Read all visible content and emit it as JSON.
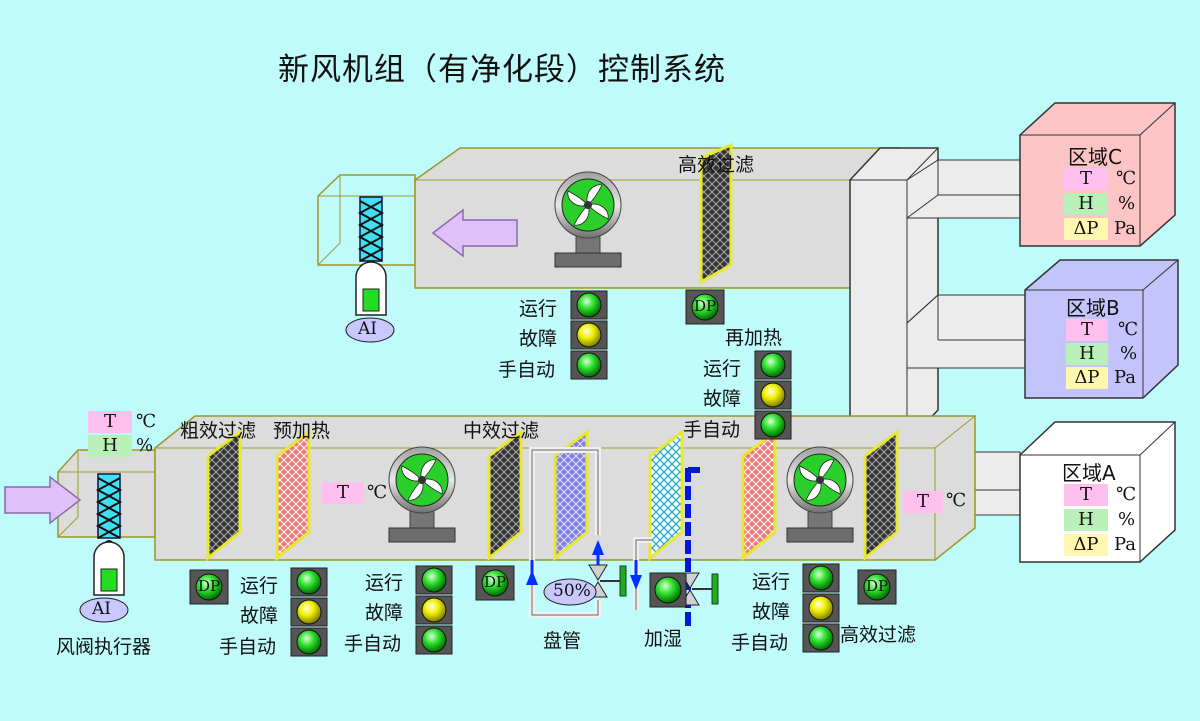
{
  "title": "新风机组（有净化段）控制系统",
  "labels": {
    "high_filter_top": "高效过滤",
    "coarse_filter": "粗效过滤",
    "preheat": "预加热",
    "mid_filter": "中效过滤",
    "reheat": "再加热",
    "damper_actuator": "风阀执行器",
    "coil": "盘管",
    "humidify": "加湿",
    "high_filter_bottom": "高效过滤"
  },
  "status": {
    "run": "运行",
    "fault": "故障",
    "manual_auto": "手自动"
  },
  "tags": {
    "ai": "AI",
    "dp": "DP",
    "t": "T",
    "h": "H",
    "dp_zone": "ΔP",
    "deg": "℃",
    "pct": "%",
    "pa": "Pa"
  },
  "valve_percent": "50%",
  "zones": [
    {
      "name": "区域C"
    },
    {
      "name": "区域B"
    },
    {
      "name": "区域A"
    }
  ],
  "colors": {
    "background": "#c0fbfb",
    "duct": "#dcdcdc",
    "outline": "#9a9a2a",
    "lamp_green": "#22dd22",
    "lamp_yellow": "#f5f500",
    "zone_c": "#fcc4c4",
    "zone_b": "#c4c4fc",
    "zone_a": "#ffffff",
    "arrow": "#e0c0f8"
  }
}
